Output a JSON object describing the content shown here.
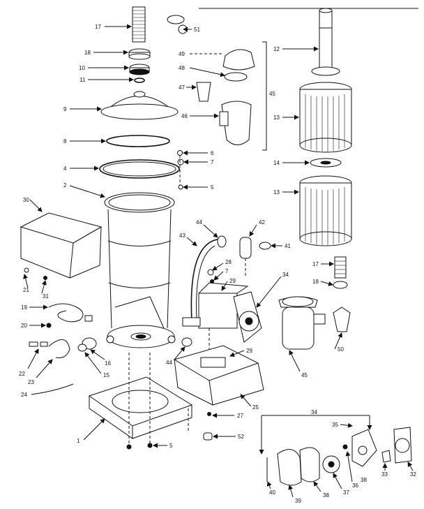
{
  "diagram": {
    "callouts": [
      {
        "label": "17"
      },
      {
        "label": "18"
      },
      {
        "label": "10"
      },
      {
        "label": "11"
      },
      {
        "label": "9"
      },
      {
        "label": "8"
      },
      {
        "label": "4"
      },
      {
        "label": "2"
      },
      {
        "label": "30"
      },
      {
        "label": "21"
      },
      {
        "label": "31"
      },
      {
        "label": "19"
      },
      {
        "label": "20"
      },
      {
        "label": "22"
      },
      {
        "label": "23"
      },
      {
        "label": "24"
      },
      {
        "label": "16"
      },
      {
        "label": "15"
      },
      {
        "label": "1"
      },
      {
        "label": "5"
      },
      {
        "label": "51"
      },
      {
        "label": "49"
      },
      {
        "label": "48"
      },
      {
        "label": "47"
      },
      {
        "label": "45"
      },
      {
        "label": "46"
      },
      {
        "label": "6"
      },
      {
        "label": "7"
      },
      {
        "label": "5"
      },
      {
        "label": "44"
      },
      {
        "label": "43"
      },
      {
        "label": "42"
      },
      {
        "label": "41"
      },
      {
        "label": "28"
      },
      {
        "label": "7"
      },
      {
        "label": "29"
      },
      {
        "label": "34"
      },
      {
        "label": "29"
      },
      {
        "label": "44"
      },
      {
        "label": "25"
      },
      {
        "label": "27"
      },
      {
        "label": "52"
      },
      {
        "label": "12"
      },
      {
        "label": "13"
      },
      {
        "label": "14"
      },
      {
        "label": "13"
      },
      {
        "label": "17"
      },
      {
        "label": "18"
      },
      {
        "label": "50"
      },
      {
        "label": "45"
      },
      {
        "label": "34"
      },
      {
        "label": "35"
      },
      {
        "label": "36"
      },
      {
        "label": "33"
      },
      {
        "label": "32"
      },
      {
        "label": "40"
      },
      {
        "label": "39"
      },
      {
        "label": "38"
      },
      {
        "label": "37"
      },
      {
        "label": "38"
      }
    ]
  }
}
